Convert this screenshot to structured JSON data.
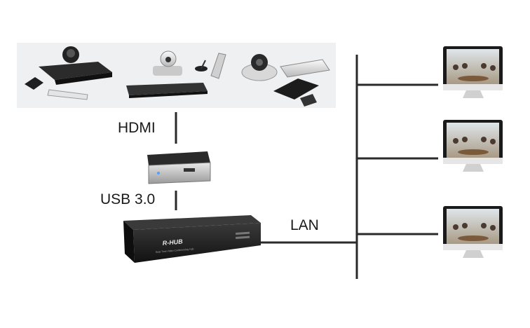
{
  "labels": {
    "hdmi": "HDMI",
    "usb": "USB 3.0",
    "lan": "LAN"
  },
  "devices": {
    "hub_brand": "R-HUB",
    "hub_subtitle": "Real Time Video Conferencing Hub"
  },
  "colors": {
    "line": "#2a2a2a",
    "device_dark": "#1e1e1e",
    "panel_bg": "#eef0f2"
  }
}
